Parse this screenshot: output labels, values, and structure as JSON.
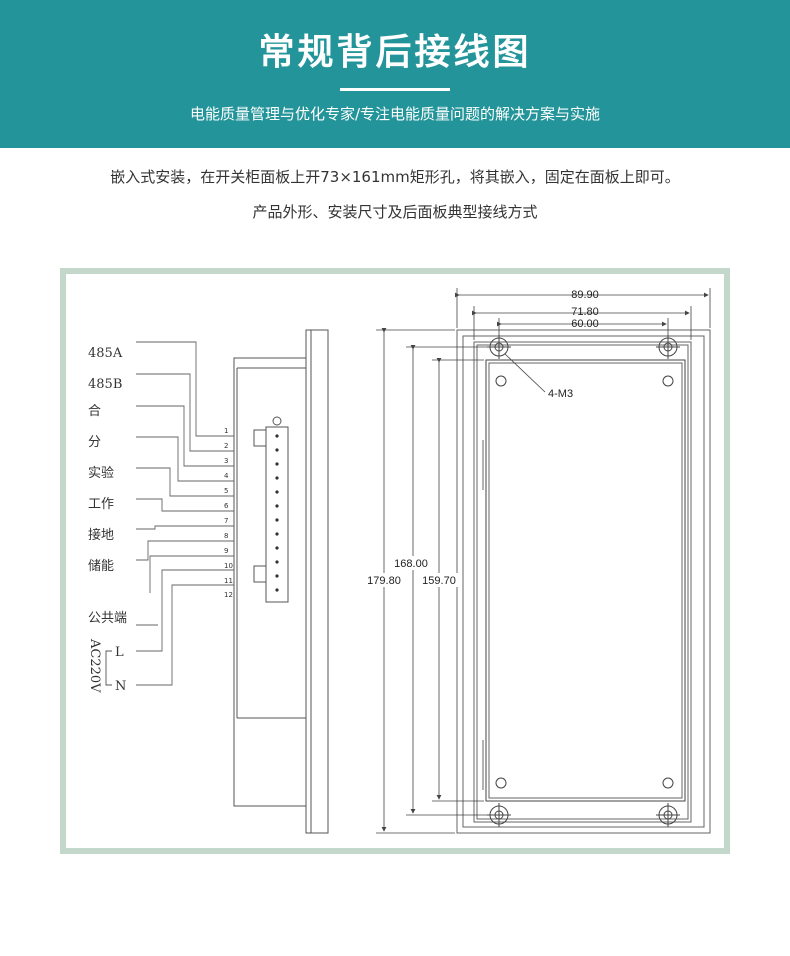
{
  "header": {
    "title": "常规背后接线图",
    "subtitle": "电能质量管理与优化专家/专注电能质量问题的解决方案与实施"
  },
  "description": {
    "line1": "嵌入式安装，在开关柜面板上开73×161mm矩形孔，将其嵌入，固定在面板上即可。",
    "line2": "产品外形、安装尺寸及后面板典型接线方式"
  },
  "diagram": {
    "terminals": [
      {
        "label": "485A"
      },
      {
        "label": "485B"
      },
      {
        "label": "合"
      },
      {
        "label": "分"
      },
      {
        "label": "实验"
      },
      {
        "label": "工作"
      },
      {
        "label": "接地"
      },
      {
        "label": "储能"
      },
      {
        "label": "公共端"
      }
    ],
    "pin_numbers": [
      "1",
      "2",
      "3",
      "4",
      "5",
      "6",
      "7",
      "8",
      "9",
      "10",
      "11",
      "12"
    ],
    "ac_group": {
      "label": "AC220V",
      "line": "L",
      "neutral": "N"
    },
    "dimensions": {
      "w1": "89.90",
      "w2": "71.80",
      "w3": "60.00",
      "h1": "179.80",
      "h2": "168.00",
      "h3": "159.70",
      "holes": "4-M3"
    }
  },
  "colors": {
    "banner": "#23959a",
    "frame": "#c3d7cb"
  }
}
